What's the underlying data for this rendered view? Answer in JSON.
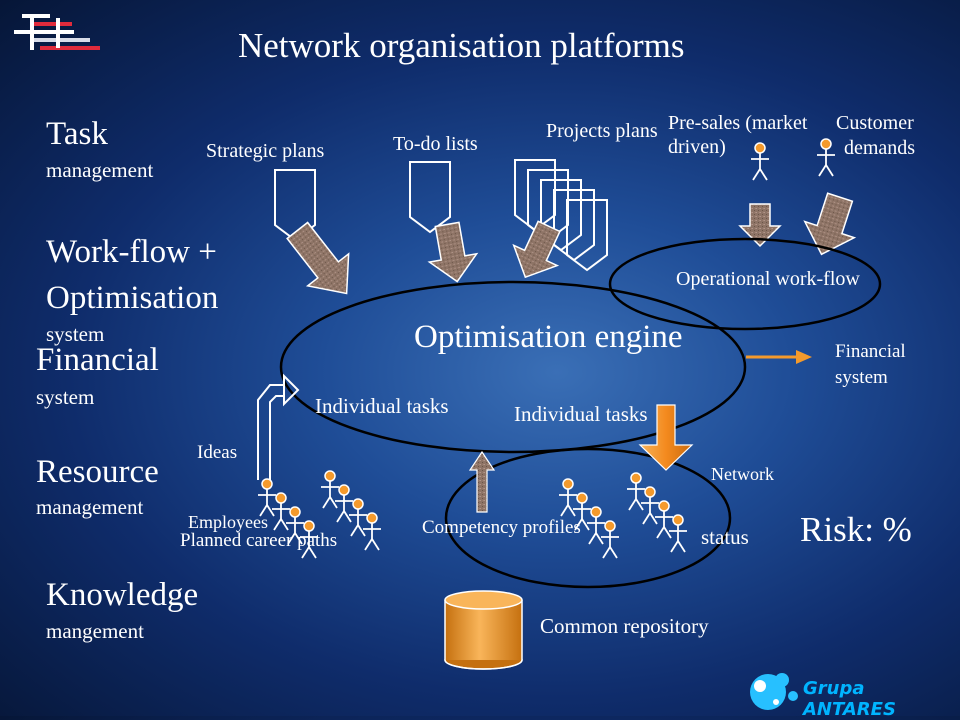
{
  "title": "Network organisation platforms",
  "rows": {
    "task_1": "Task",
    "task_2": "management",
    "workflow_1": "Work-flow +",
    "workflow_2": "Optimisation",
    "workflow_3": "system",
    "financial_1": "Financial",
    "financial_2": "system",
    "resource_1": "Resource",
    "resource_2": "management",
    "knowledge_1": "Knowledge",
    "knowledge_2": "mangement"
  },
  "inputs": {
    "strategic_plans": "Strategic plans",
    "todo_lists": "To-do lists",
    "projects_plans": "Projects plans",
    "presales_1": "Pre-sales (market",
    "presales_2": "driven)",
    "customer_1": "Customer",
    "customer_2": "demands"
  },
  "engine": {
    "operational_workflow": "Operational work-flow",
    "optimisation_engine": "Optimisation engine",
    "individual_tasks_left": "Individual tasks",
    "individual_tasks_right": "Individual tasks",
    "financial_system_1": "Financial",
    "financial_system_2": "system"
  },
  "resources": {
    "ideas": "Ideas",
    "employees": "Employees",
    "planned_career_paths": "Planned career paths",
    "competency_profiles": "Competency profiles",
    "network": "Network",
    "status": "status",
    "risk": "Risk: %",
    "common_repository": "Common repository"
  },
  "brand": {
    "name": "Grupa ANTARES"
  },
  "colors": {
    "arrow_fill": "#8a7265",
    "orange_arrow": "#f49a2c",
    "ellipse_stroke": "#000000",
    "repository_fill": "#f49a2c",
    "logo_cyan": "#00b4ff"
  }
}
